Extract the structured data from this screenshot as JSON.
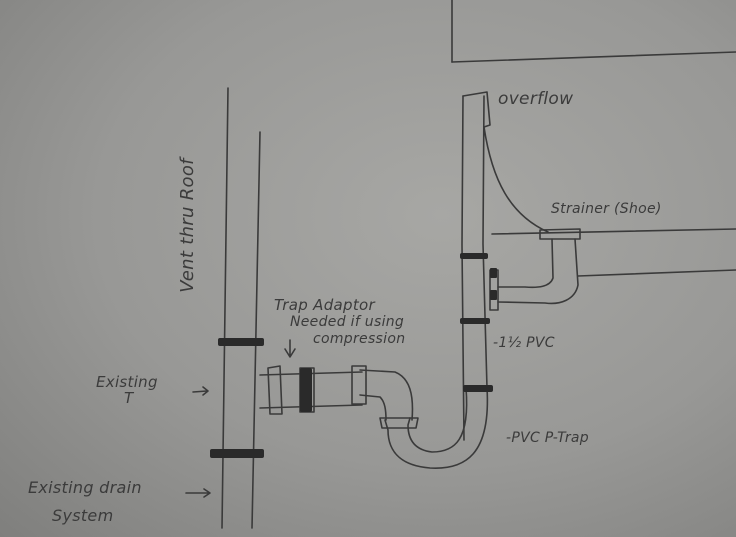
{
  "labels": {
    "vent": "Vent thru Roof",
    "trap_adapter": "Trap Adaptor",
    "needed_if_using": "Needed if using",
    "compression": "compression",
    "existing_t_1": "Existing",
    "existing_t_2": "T",
    "existing_drain_1": "Existing drain",
    "existing_drain_2": "System",
    "overflow": "overflow",
    "strainer": "Strainer (Shoe)",
    "pvc": "-1½ PVC",
    "ptrap": "-PVC P-Trap"
  },
  "colors": {
    "paper": "#9c9c99",
    "pencil": "#3a3a3a",
    "band": "#2a2a2a"
  }
}
